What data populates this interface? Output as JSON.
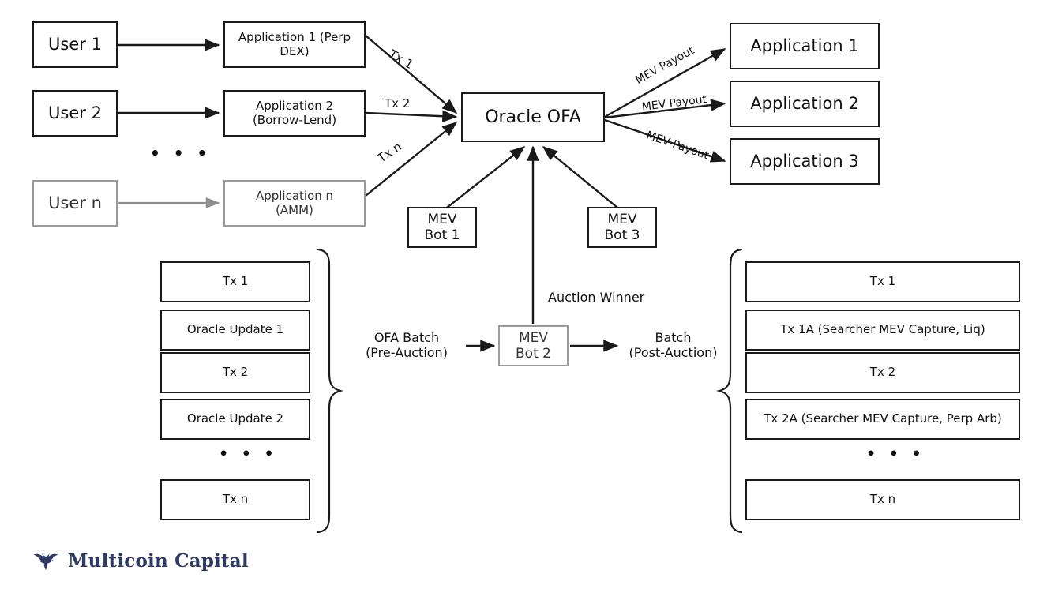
{
  "diagram": {
    "title": "Oracle OFA transaction flow",
    "colors": {
      "stroke": "#1a1a1a",
      "stroke_dim": "#9a9a9a",
      "background": "#ffffff",
      "brand": "#2d3a66"
    }
  },
  "users": [
    {
      "label": "User 1"
    },
    {
      "label": "User 2"
    },
    {
      "label": "User n"
    }
  ],
  "users_ellipsis": "• • •",
  "applications_left": [
    {
      "label": "Application 1 (Perp\nDEX)"
    },
    {
      "label": "Application 2\n(Borrow-Lend)"
    },
    {
      "label": "Application n\n(AMM)"
    }
  ],
  "tx_edge_labels": [
    {
      "label": "Tx 1"
    },
    {
      "label": "Tx 2"
    },
    {
      "label": "Tx n"
    }
  ],
  "hub": {
    "label": "Oracle OFA"
  },
  "payout_edge_labels": [
    {
      "label": "MEV Payout"
    },
    {
      "label": "MEV Payout"
    },
    {
      "label": "MEV Payout"
    }
  ],
  "applications_right": [
    {
      "label": "Application 1"
    },
    {
      "label": "Application 2"
    },
    {
      "label": "Application 3"
    }
  ],
  "bots": [
    {
      "label": "MEV\nBot 1"
    },
    {
      "label": "MEV\nBot 3"
    },
    {
      "label": "MEV\nBot 2"
    }
  ],
  "auction": {
    "winner_label": "Auction Winner",
    "pre_label": "OFA Batch\n(Pre-Auction)",
    "post_label": "Batch\n(Post-Auction)"
  },
  "batch_pre": {
    "items": [
      {
        "label": "Tx 1"
      },
      {
        "label": "Oracle Update 1"
      },
      {
        "label": "Tx 2"
      },
      {
        "label": "Oracle Update 2"
      },
      {
        "label": "Tx n"
      }
    ],
    "ellipsis": "• • •"
  },
  "batch_post": {
    "items": [
      {
        "label": "Tx 1"
      },
      {
        "label": "Tx 1A (Searcher MEV Capture, Liq)"
      },
      {
        "label": "Tx 2"
      },
      {
        "label": "Tx 2A (Searcher MEV Capture, Perp Arb)"
      },
      {
        "label": "Tx n"
      }
    ],
    "ellipsis": "• • •"
  },
  "brand": {
    "name": "Multicoin Capital",
    "icon": "eagle-icon"
  }
}
